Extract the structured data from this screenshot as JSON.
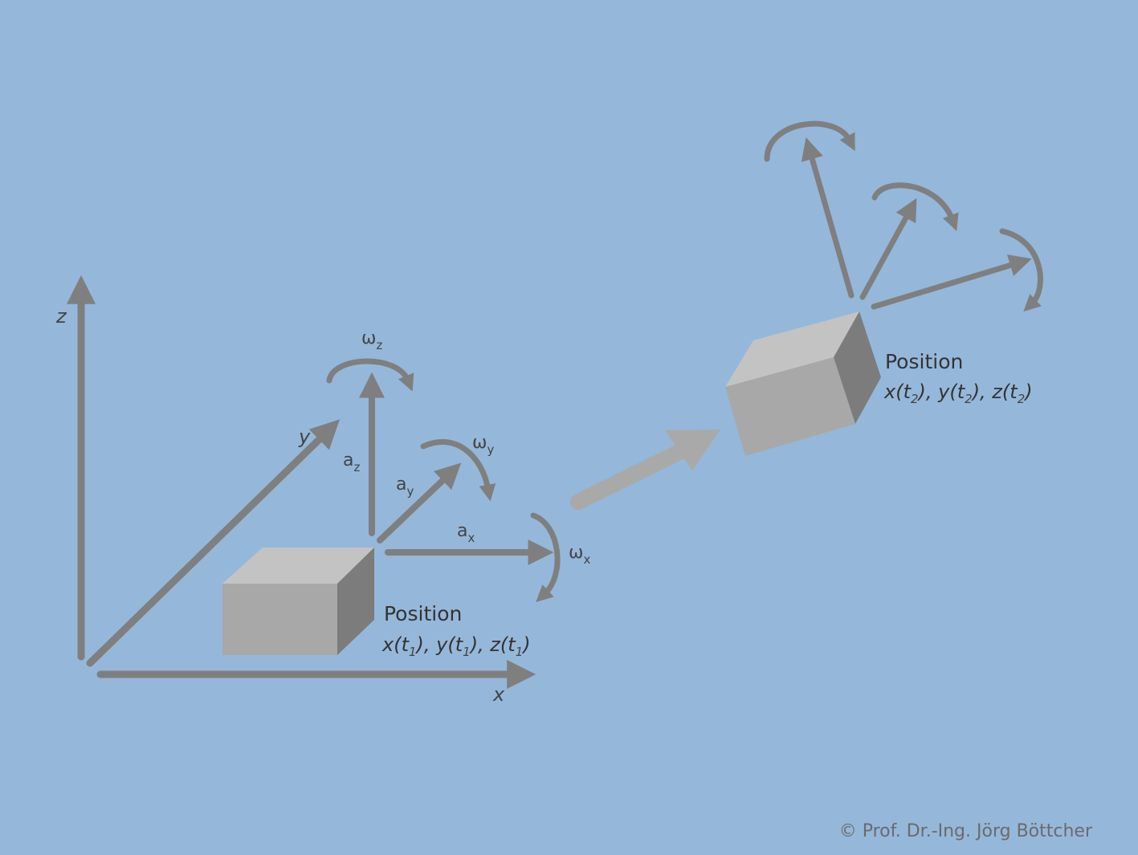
{
  "axes": {
    "x": "x",
    "y": "y",
    "z": "z"
  },
  "body1": {
    "title": "Position",
    "coord": {
      "p1": "x(t",
      "s1": "1",
      "p2": "), y(t",
      "s2": "1",
      "p3": "), z(t",
      "s3": "1",
      "p4": ")"
    },
    "accel": {
      "x": {
        "base": "a",
        "sub": "x"
      },
      "y": {
        "base": "a",
        "sub": "y"
      },
      "z": {
        "base": "a",
        "sub": "z"
      }
    },
    "rot": {
      "x": {
        "base": "ω",
        "sub": "x"
      },
      "y": {
        "base": "ω",
        "sub": "y"
      },
      "z": {
        "base": "ω",
        "sub": "z"
      }
    }
  },
  "body2": {
    "title": "Position",
    "coord": {
      "p1": "x(t",
      "s1": "2",
      "p2": "), y(t",
      "s2": "2",
      "p3": "), z(t",
      "s3": "2",
      "p4": ")"
    }
  },
  "copyright": "© Prof. Dr.-Ing. Jörg Böttcher",
  "colors": {
    "background": "#95b7da",
    "arrow": "#7f7f7f",
    "move_arrow": "#a9a9a9"
  }
}
